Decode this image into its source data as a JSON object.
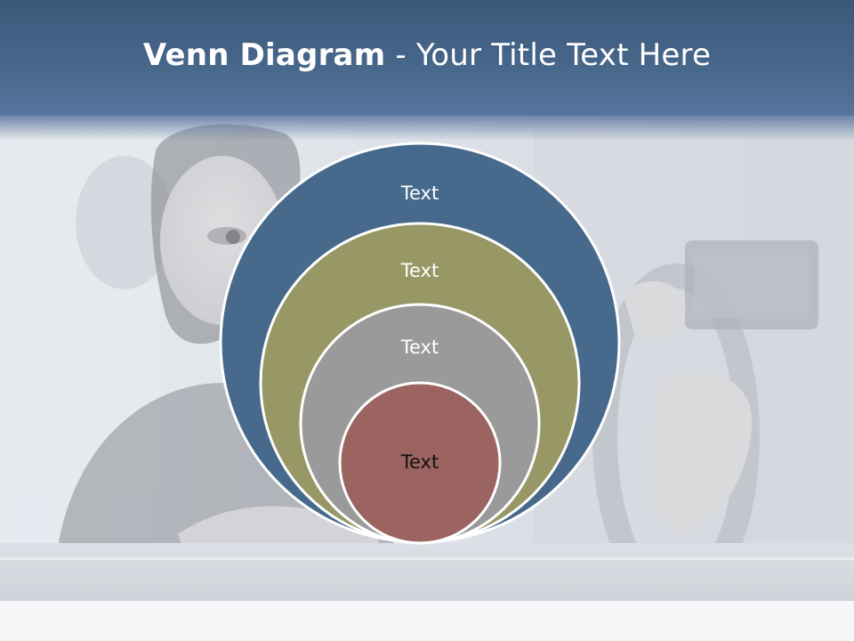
{
  "slide": {
    "title_bold": "Venn Diagram",
    "title_rest": " - Your Title Text Here"
  },
  "diagram": {
    "type": "nested-circles",
    "rings": [
      {
        "label": "Text",
        "color": "#476a8c",
        "text_color": "#ffffff"
      },
      {
        "label": "Text",
        "color": "#989866",
        "text_color": "#ffffff"
      },
      {
        "label": "Text",
        "color": "#9a9a9a",
        "text_color": "#ffffff"
      },
      {
        "label": "Text",
        "color": "#9b6461",
        "text_color": "#111111"
      }
    ],
    "stroke_color": "#ffffff"
  },
  "background": {
    "header_color": "#456585",
    "photo_description_icon": "driver-photo"
  }
}
